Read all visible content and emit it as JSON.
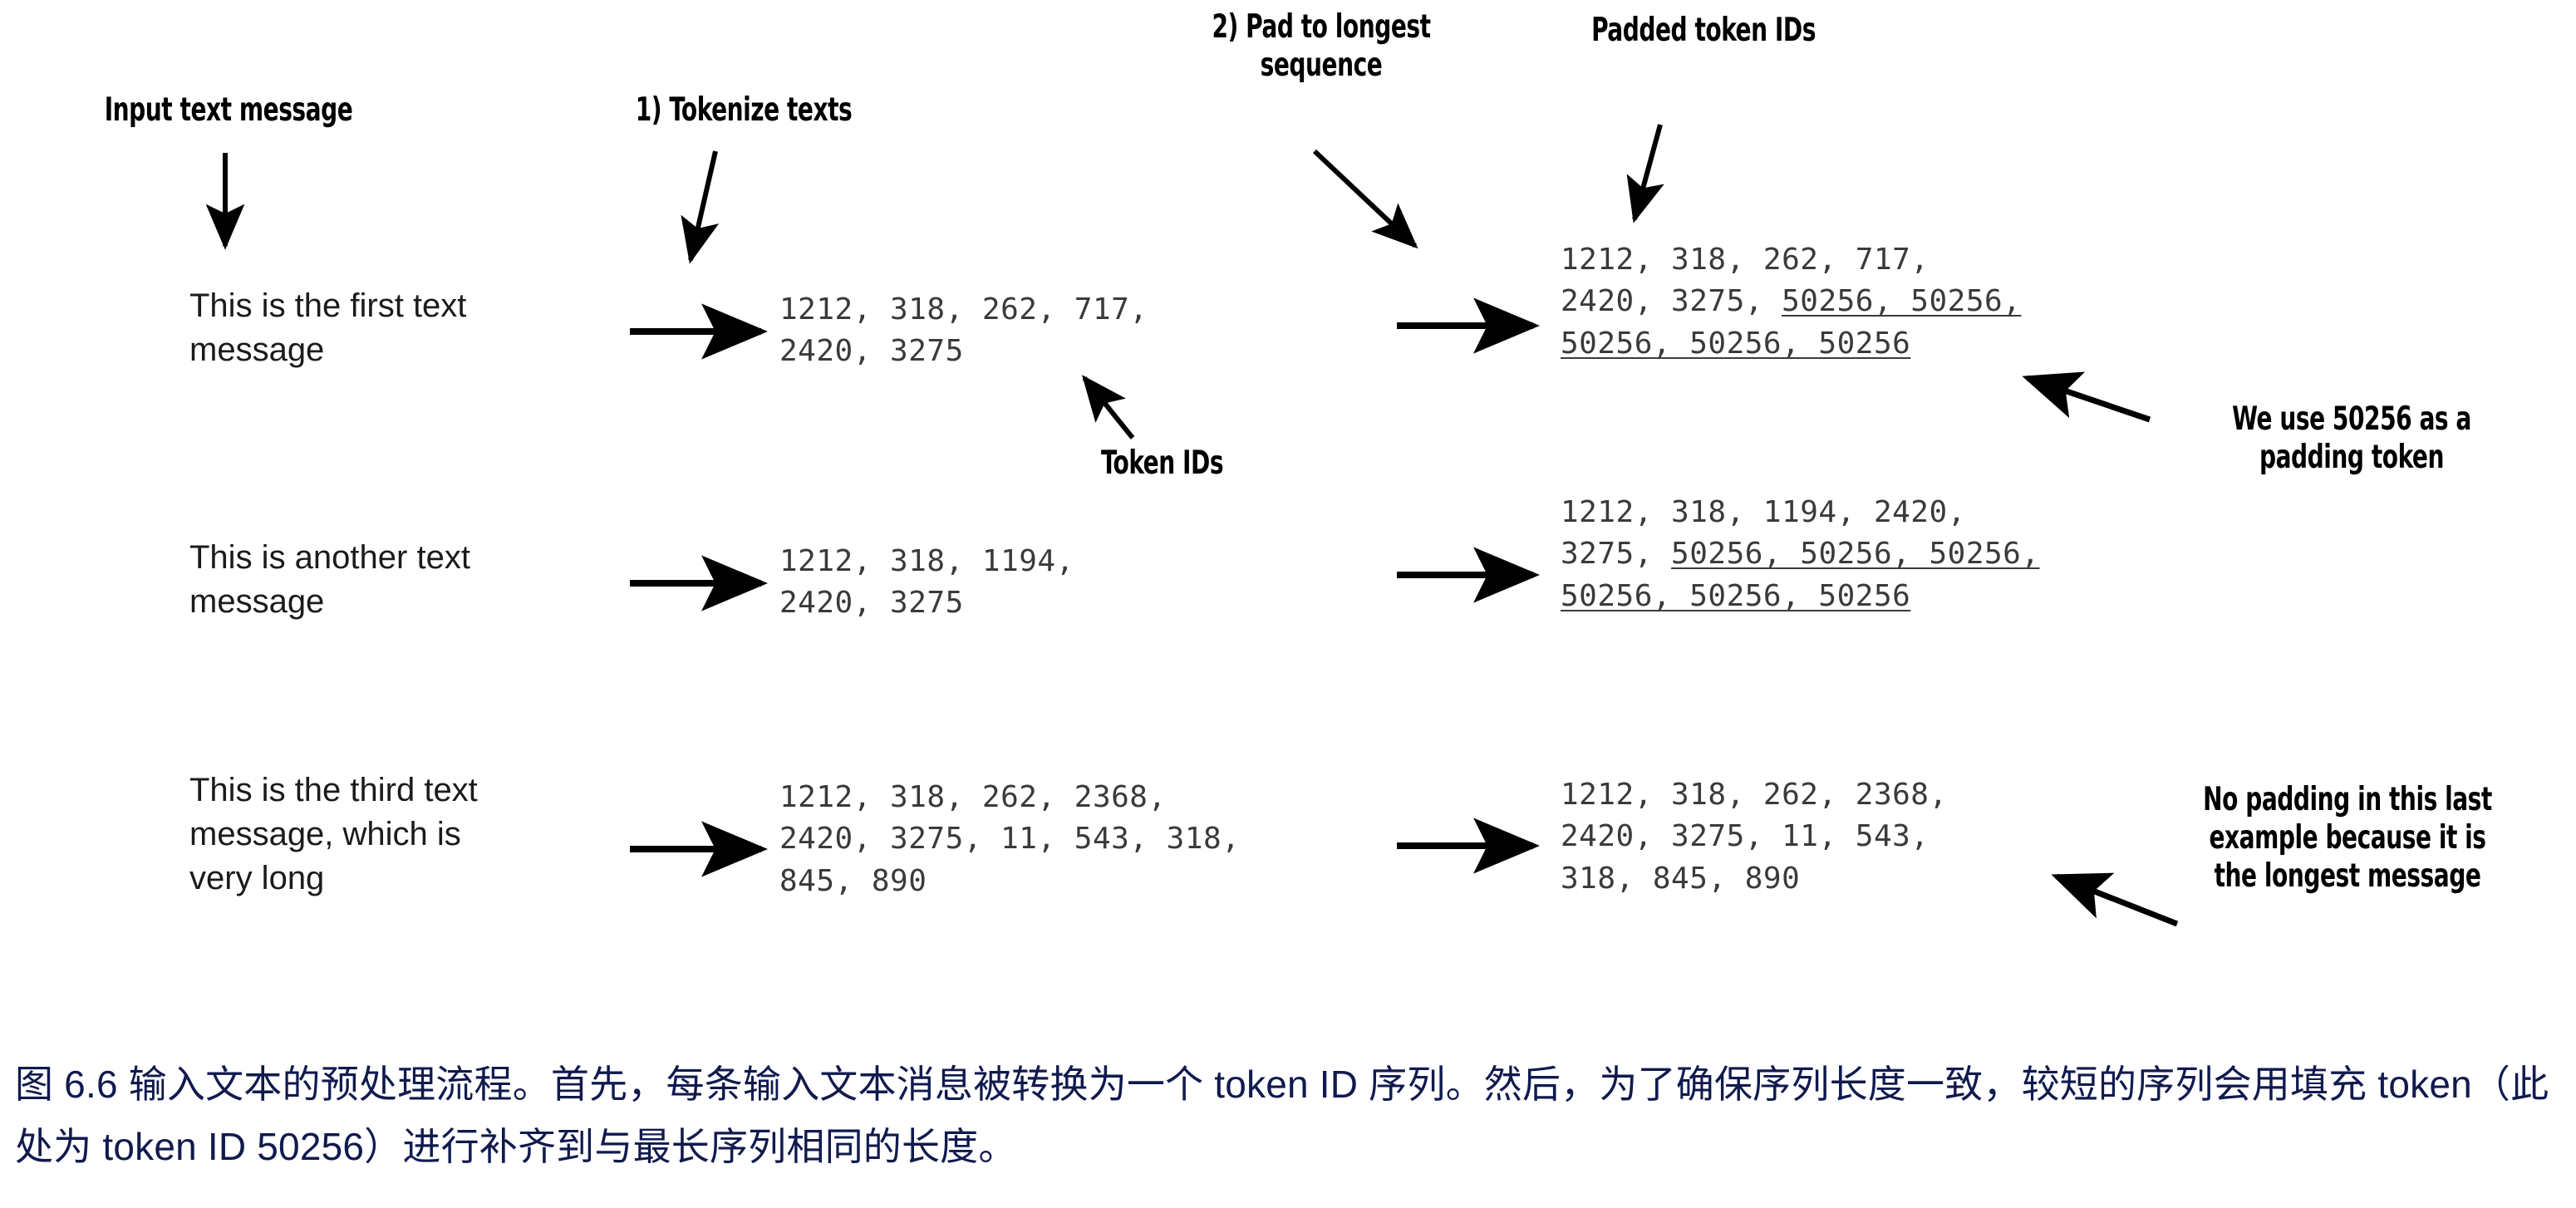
{
  "figure": {
    "headers": [
      {
        "id": "input-text-message",
        "label": "Input text message"
      },
      {
        "id": "tokenize-texts",
        "label": "1) Tokenize texts"
      },
      {
        "id": "pad-to-longest-sequence",
        "label": "2) Pad to longest\nsequence"
      },
      {
        "id": "padded-token-ids",
        "label": "Padded token IDs"
      }
    ],
    "callouts": [
      {
        "id": "token-ids",
        "label": "Token IDs"
      },
      {
        "id": "padding-token-note",
        "label": "We use 50256 as a\npadding token"
      },
      {
        "id": "no-padding-note",
        "label": "No padding in this last\nexample because it is\nthe longest message"
      }
    ],
    "rows": [
      {
        "id": "row-1",
        "message": "This is the first text\nmessage",
        "token_ids_lines": [
          "1212, 318, 262, 717,",
          "2420, 3275"
        ],
        "padded_lines": [
          [
            {
              "t": "1212, 318, 262, 717,",
              "pad": false
            }
          ],
          [
            {
              "t": "2420, 3275, ",
              "pad": false
            },
            {
              "t": "50256, 50256,",
              "pad": true
            }
          ],
          [
            {
              "t": "50256, 50256, 50256",
              "pad": true
            }
          ]
        ]
      },
      {
        "id": "row-2",
        "message": "This is another text\nmessage",
        "token_ids_lines": [
          "1212, 318, 1194,",
          "2420, 3275"
        ],
        "padded_lines": [
          [
            {
              "t": "1212, 318, 1194, 2420,",
              "pad": false
            }
          ],
          [
            {
              "t": "3275, ",
              "pad": false
            },
            {
              "t": "50256, 50256, 50256,",
              "pad": true
            }
          ],
          [
            {
              "t": "50256, 50256, 50256",
              "pad": true
            }
          ]
        ]
      },
      {
        "id": "row-3",
        "message": "This is the third text\nmessage, which is\nvery long",
        "token_ids_lines": [
          "1212, 318, 262, 2368,",
          "2420, 3275, 11, 543, 318,",
          "845, 890"
        ],
        "padded_lines": [
          [
            {
              "t": "1212, 318, 262, 2368,",
              "pad": false
            }
          ],
          [
            {
              "t": "2420, 3275, 11, 543,",
              "pad": false
            }
          ],
          [
            {
              "t": "318, 845, 890",
              "pad": false
            }
          ]
        ]
      }
    ],
    "caption": "图 6.6 输入文本的预处理流程。首先，每条输入文本消息被转换为一个 token ID 序列。然后，为了确保序列长度一致，较短的序列会用填充 token（此处为 token ID 50256）进行补齐到与最长序列相同的长度。",
    "colors": {
      "ink": "#000000",
      "mono_text": "#3a3a3a",
      "message_text": "#1b1b1b",
      "caption_text": "#101a4e",
      "background": "#ffffff"
    }
  }
}
